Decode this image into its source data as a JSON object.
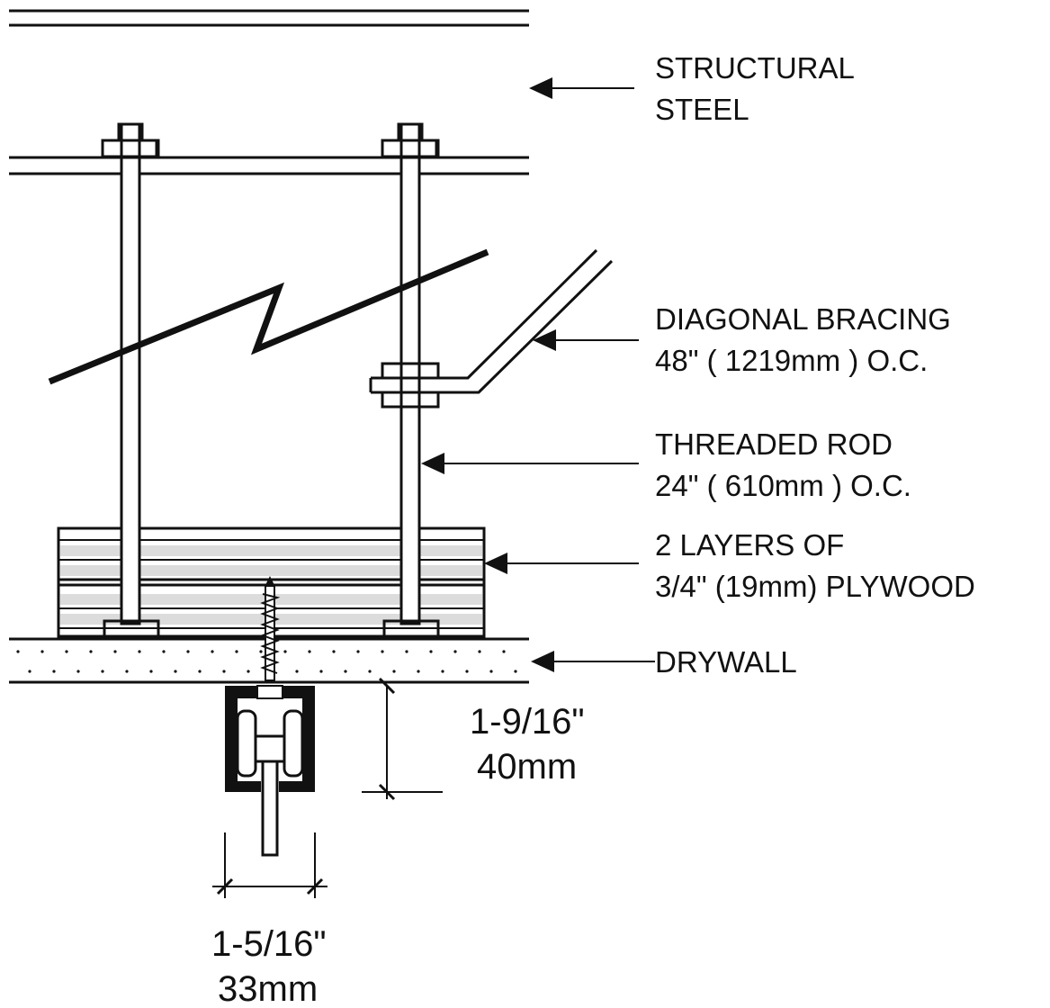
{
  "labels": {
    "structural_steel": [
      "STRUCTURAL",
      "STEEL"
    ],
    "diagonal_bracing": [
      "DIAGONAL BRACING",
      "48\" ( 1219mm ) O.C."
    ],
    "threaded_rod": [
      "THREADED ROD",
      "24\" ( 610mm ) O.C."
    ],
    "plywood": [
      "2 LAYERS OF",
      "3/4\" (19mm) PLYWOOD"
    ],
    "drywall": [
      "DRYWALL"
    ]
  },
  "dimensions": {
    "track_height": [
      "1-9/16\"",
      "40mm"
    ],
    "track_width": [
      "1-5/16\"",
      "33mm"
    ]
  },
  "colors": {
    "line": "#111111",
    "plywood_fill": "#dcdcdc",
    "background": "#ffffff"
  }
}
